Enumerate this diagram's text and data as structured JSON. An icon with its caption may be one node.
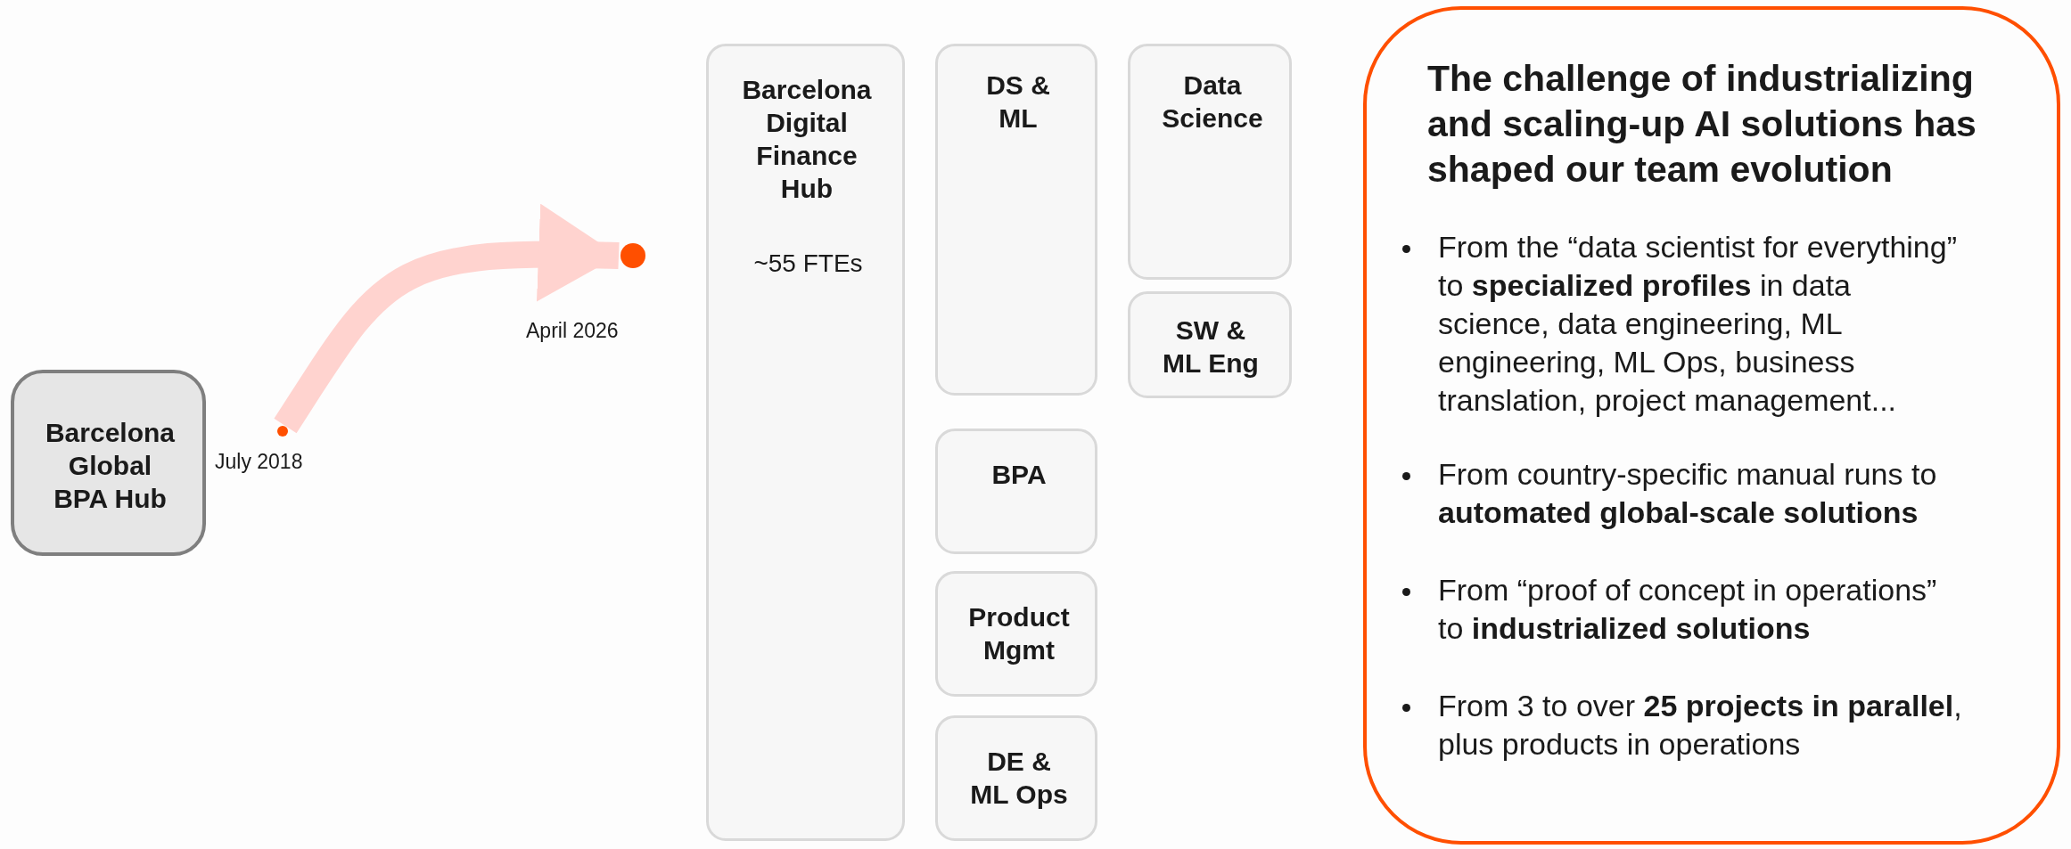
{
  "diagram": {
    "nodes": [
      {
        "text": [
          "Barcelona Global BPA Hub"
        ]
      },
      {
        "text": [],
        "shape": "circle",
        "beside": [
          "July 2018"
        ]
      },
      {
        "text": [],
        "shape": "circle",
        "beside": [
          "April 2026"
        ]
      },
      {
        "text": [
          "Barcelona Digital Finance Hub",
          "~55 FTEs"
        ]
      },
      {
        "text": [
          "DS & ML"
        ]
      },
      {
        "text": [
          "Data Science"
        ]
      },
      {
        "text": [
          "SW & ML Eng"
        ]
      },
      {
        "text": [
          "BPA"
        ]
      },
      {
        "text": [
          "Product Mgmt"
        ]
      },
      {
        "text": [
          "DE & ML Ops"
        ]
      },
      {
        "text": [
          "The challenge of industrializing and scaling-up AI solutions has shaped our team evolution",
          "From the “data scientist for everything” to **specialized profiles** in data science, data engineering, ML engineering, ML Ops, business translation, project management...",
          "From country-specific manual runs to **automated global-scale solutions**",
          "From “proof of concept in operations” to **industrialized solutions**",
          "From 3 to over **25 projects in parallel**, plus products in operations"
        ]
      }
    ],
    "edges": [
      {
        "from": 1,
        "to": 2,
        "arrow": "to",
        "color": "#ffd3cf"
      }
    ]
  }
}
